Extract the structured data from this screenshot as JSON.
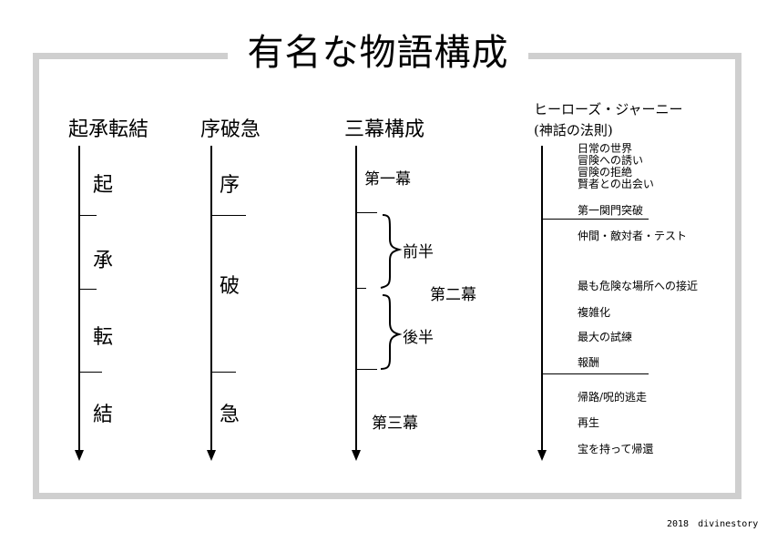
{
  "title": "有名な物語構成",
  "columns": {
    "kishotenketsu": {
      "header": "起承転結",
      "sections": [
        "起",
        "承",
        "転",
        "結"
      ]
    },
    "johakyu": {
      "header": "序破急",
      "sections": [
        "序",
        "破",
        "急"
      ]
    },
    "three_act": {
      "header": "三幕構成",
      "act1": "第一幕",
      "act2": "第二幕",
      "act2_first_half": "前半",
      "act2_second_half": "後半",
      "act3": "第三幕"
    },
    "heros_journey": {
      "header_line1": "ヒーローズ・ジャーニー",
      "header_line2": "(神話の法則)",
      "stages": [
        "日常の世界",
        "冒険への誘い",
        "冒険の拒絶",
        "賢者との出会い",
        "第一関門突破",
        "仲間・敵対者・テスト",
        "最も危険な場所への接近",
        "複雑化",
        "最大の試練",
        "報酬",
        "帰路/呪的逃走",
        "再生",
        "宝を持って帰還"
      ]
    }
  },
  "credit": "2018　divinestory"
}
